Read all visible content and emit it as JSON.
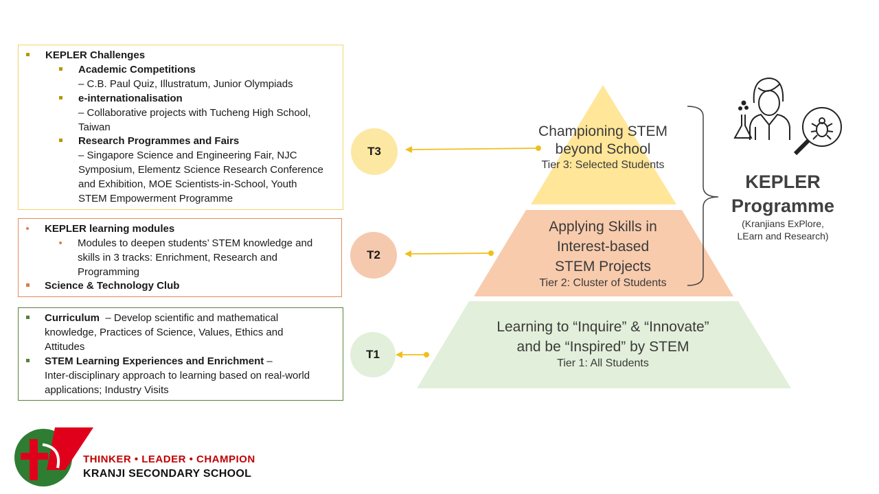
{
  "tier3_box": {
    "heading": "KEPLER Challenges",
    "items": [
      {
        "title": "Academic Competitions",
        "lines": [
          "– C.B. Paul Quiz, Illustratum, Junior Olympiads"
        ]
      },
      {
        "title": "e-internationalisation",
        "lines": [
          "– Collaborative projects with Tucheng High School,",
          "Taiwan"
        ]
      },
      {
        "title": "Research Programmes and Fairs",
        "lines": [
          "– Singapore Science and Engineering Fair, NJC",
          "Symposium, Elementz Science Research Conference",
          "and Exhibition, MOE Scientists-in-School, Youth",
          "STEM Empowerment Programme"
        ]
      }
    ]
  },
  "tier2_box": {
    "heading": "KEPLER learning modules",
    "sub_lines": [
      "Modules to deepen students’ STEM knowledge and",
      "skills in 3 tracks: Enrichment, Research and",
      "Programming"
    ],
    "club": "Science & Technology Club"
  },
  "tier1_box": {
    "curriculum_title": "Curriculum",
    "curriculum_lines": [
      "– Develop scientific and mathematical",
      "knowledge, Practices of Science, Values, Ethics and",
      "Attitudes"
    ],
    "stem_title": "STEM Learning Experiences and Enrichment",
    "stem_lines": [
      "–",
      "Inter-disciplinary approach to learning based on real-world",
      "applications; Industry Visits"
    ]
  },
  "tiers": [
    {
      "badge": "T3",
      "main": [
        "Championing STEM",
        "beyond School"
      ],
      "sub": "Tier 3: Selected Students"
    },
    {
      "badge": "T2",
      "main": [
        "Applying Skills in",
        "Interest-based",
        "STEM Projects"
      ],
      "sub": "Tier 2: Cluster of Students"
    },
    {
      "badge": "T1",
      "main": [
        "Learning to “Inquire” & “Innovate”",
        "and be “Inspired” by STEM"
      ],
      "sub": "Tier 1: All Students"
    }
  ],
  "kepler": {
    "title_line1": "KEPLER",
    "title_line2": "Programme",
    "sub_line1": "(Kranjians ExPlore,",
    "sub_line2": "LEarn and Research)"
  },
  "school": {
    "motto": "THINKER • LEADER • CHAMPION",
    "name": "KRANJI SECONDARY SCHOOL"
  },
  "colors": {
    "tier3_fill": "#fde8a3",
    "tier2_fill": "#f5c9ae",
    "tier1_fill": "#e2efda",
    "arrow": "#f0bf1a",
    "logo_red": "#e0001b",
    "logo_green": "#2e7d32"
  },
  "icons": [
    "scientist-icon",
    "beaker-icon",
    "magnifier-bug-icon",
    "curly-brace-icon",
    "school-logo"
  ]
}
